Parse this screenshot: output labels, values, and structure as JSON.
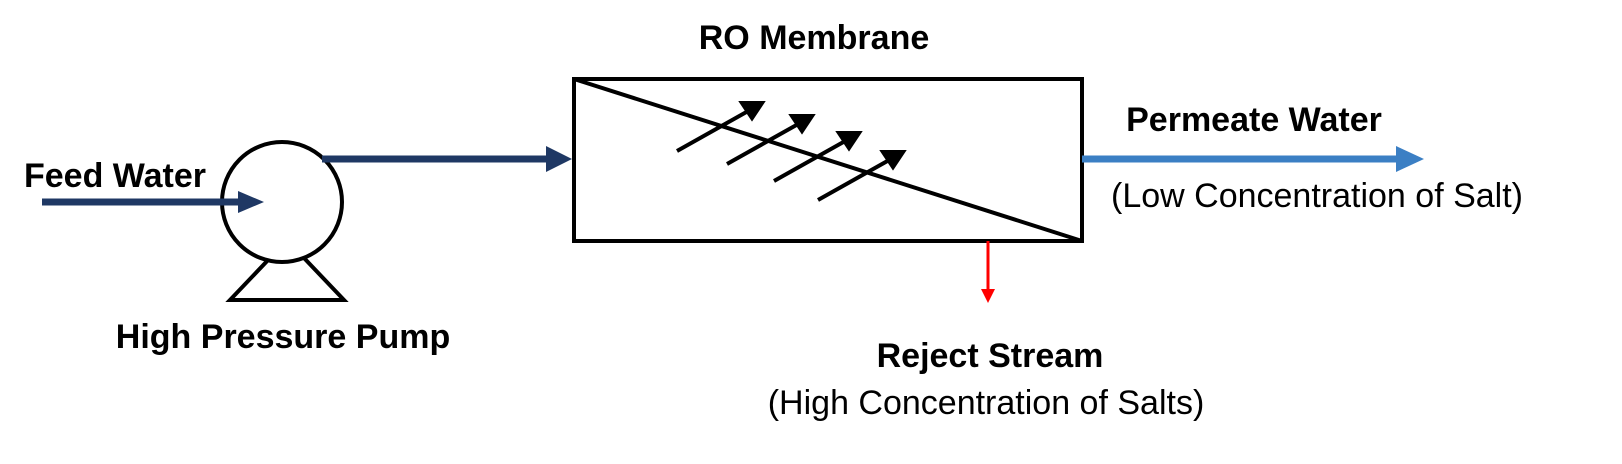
{
  "labels": {
    "membrane": "RO Membrane",
    "feed": "Feed Water",
    "pump": "High Pressure Pump",
    "permeate": "Permeate Water",
    "permeate_note": "(Low Concentration of Salt)",
    "reject": "Reject Stream",
    "reject_note": "(High Concentration of Salts)"
  },
  "colors": {
    "feed_line": "#1f3864",
    "permeate_line": "#3b7fc4",
    "reject_line": "#ff0000",
    "outline": "#000000"
  }
}
